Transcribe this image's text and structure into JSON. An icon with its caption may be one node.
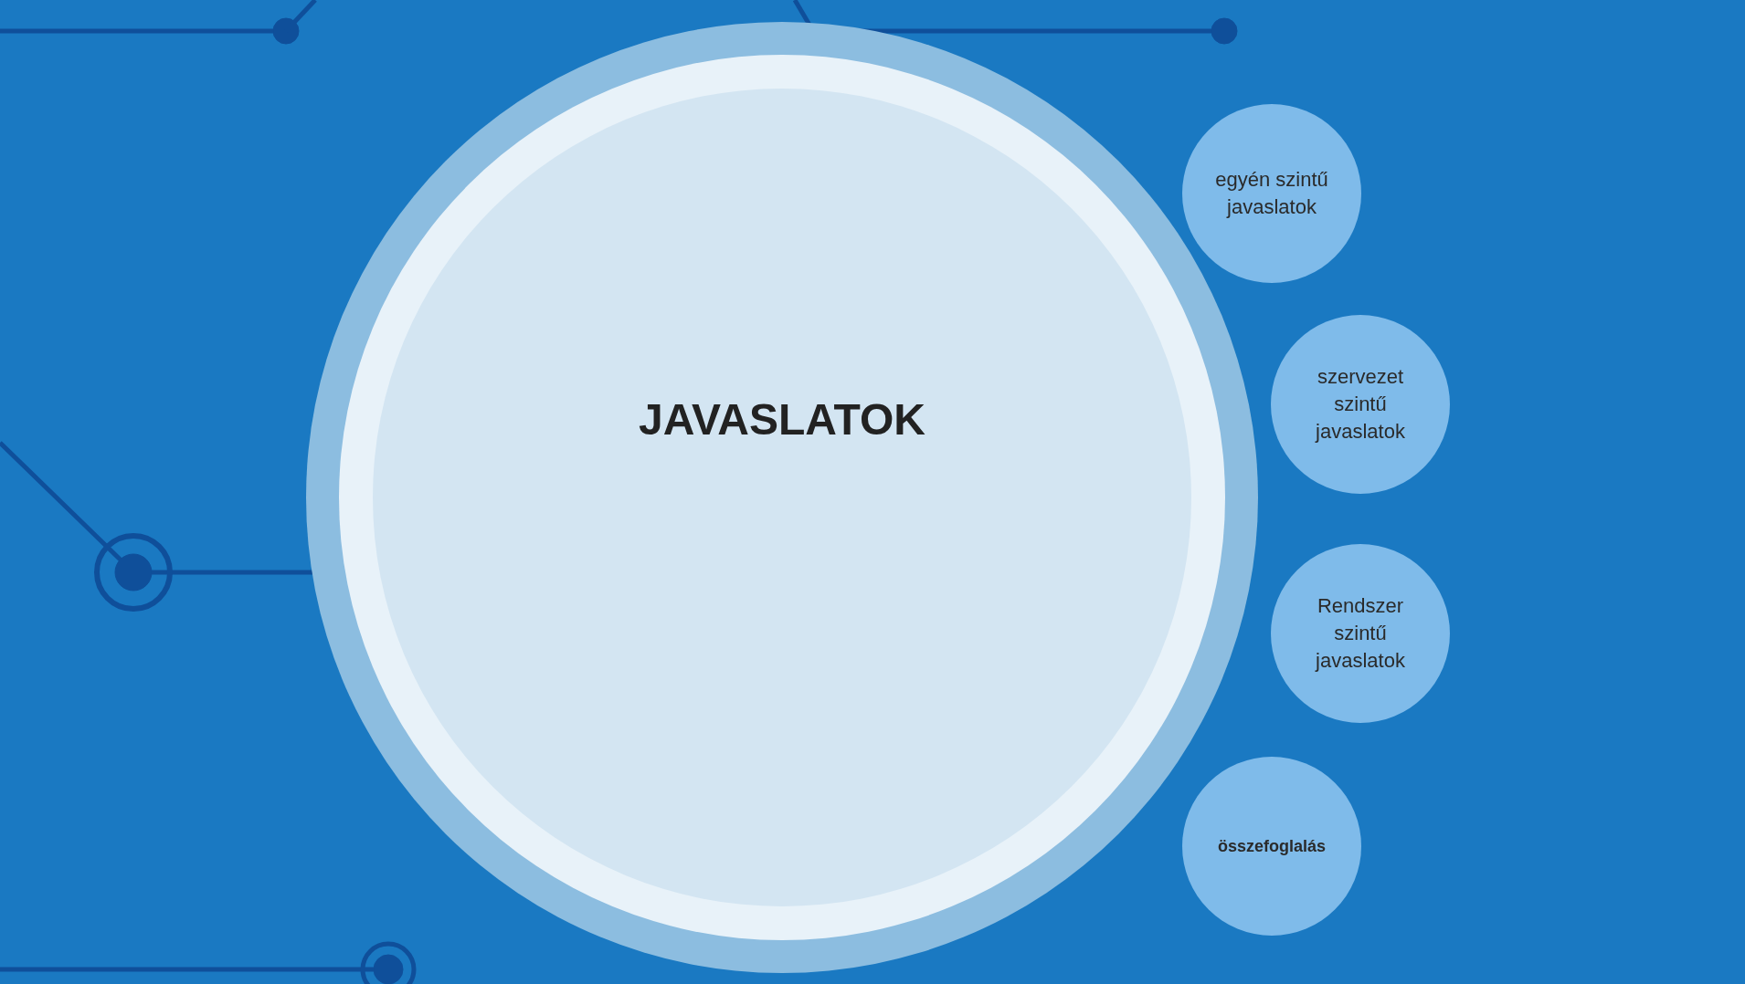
{
  "diagram": {
    "nodes": [
      {
        "text": [
          "JAVASLATOK"
        ]
      },
      {
        "text": [
          "egyén szintű javaslatok"
        ]
      },
      {
        "text": [
          "szervezet szintű javaslatok"
        ]
      },
      {
        "text": [
          "Rendszer szintű javaslatok"
        ]
      },
      {
        "text": [
          "összefoglalás"
        ]
      }
    ]
  }
}
